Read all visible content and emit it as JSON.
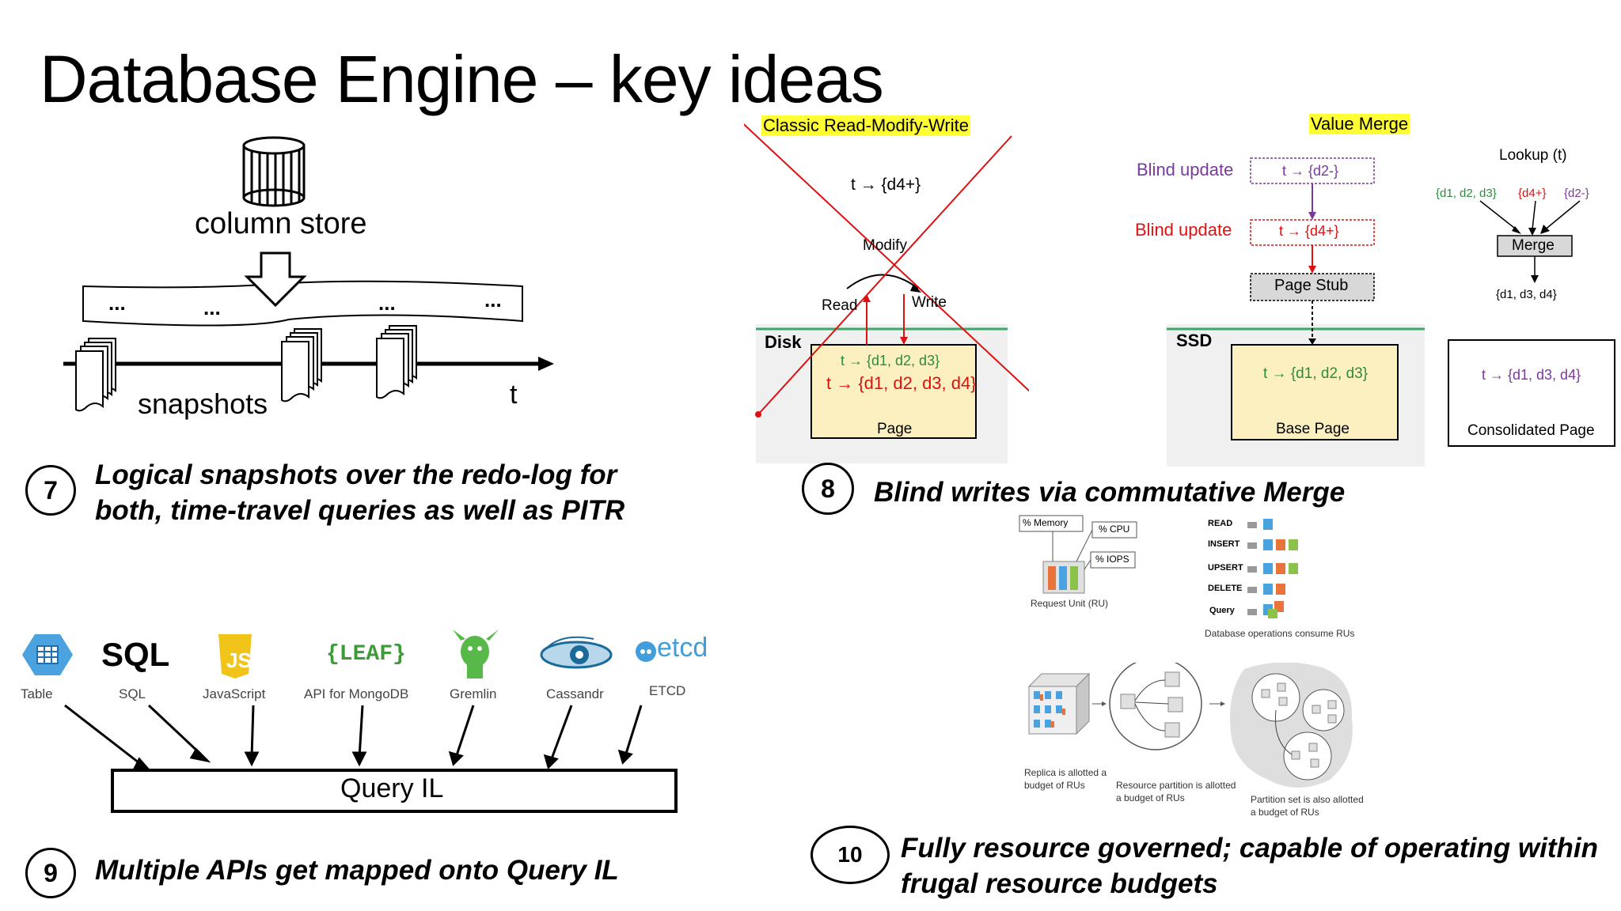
{
  "slide": {
    "title": "Database Engine – key ideas"
  },
  "idea7": {
    "number": "7",
    "caption_line1": "Logical snapshots over the redo-log for",
    "caption_line2": "both, time-travel queries as well as PITR",
    "column_store_label": "column store",
    "snapshots_label": "snapshots",
    "axis_label": "t",
    "ellipsis": "..."
  },
  "idea8": {
    "number": "8",
    "caption": "Blind writes via commutative Merge",
    "classic": {
      "title": "Classic Read-Modify-Write",
      "top_formula": "t → {d4+}",
      "modify_label": "Modify",
      "read_label": "Read",
      "write_label": "Write",
      "disk_label": "Disk",
      "old_value": "t → {d1, d2, d3}",
      "new_value": "t → {d1, d2, d3, d4}",
      "page_label": "Page"
    },
    "value_merge": {
      "title": "Value Merge",
      "blind_update_1": "Blind update",
      "blind_update_1_formula": "t → {d2-}",
      "blind_update_2": "Blind update",
      "blind_update_2_formula": "t → {d4+}",
      "page_stub": "Page Stub",
      "ssd_label": "SSD",
      "base_value": "t → {d1, d2, d3}",
      "base_page": "Base Page"
    },
    "lookup": {
      "title": "Lookup (t)",
      "input_1": "{d1, d2, d3}",
      "input_2": "{d4+}",
      "input_3": "{d2-}",
      "merge_label": "Merge",
      "output": "{d1, d3, d4}",
      "consolidated_value": "t → {d1, d3, d4}",
      "consolidated_label": "Consolidated Page"
    }
  },
  "idea9": {
    "number": "9",
    "caption": "Multiple APIs get mapped onto Query IL",
    "query_il_label": "Query IL",
    "apis": [
      {
        "logo": "SQL",
        "label": "SQL"
      },
      {
        "logo": "JS",
        "label": "JavaScript"
      },
      {
        "logo": "{LEAF}",
        "label": "API for MongoDB"
      },
      {
        "logo": "",
        "label": "Gremlin"
      },
      {
        "logo": "",
        "label": "Cassandr"
      },
      {
        "logo": "etcd",
        "label": "ETCD"
      }
    ],
    "table_label": "Table"
  },
  "idea10": {
    "number": "10",
    "caption_line1": "Fully resource governed; capable of operating within",
    "caption_line2": "frugal resource budgets",
    "ru": {
      "memory": "% Memory",
      "cpu": "% CPU",
      "iops": "% IOPS",
      "request_unit": "Request Unit (RU)",
      "ops": [
        "READ",
        "INSERT",
        "UPSERT",
        "DELETE",
        "Query"
      ],
      "ops_caption": "Database operations consume RUs"
    },
    "partition": {
      "replica_line1": "Replica is allotted a",
      "replica_line2": "budget of RUs",
      "resource_line1": "Resource partition is allotted",
      "resource_line2": "a budget of RUs",
      "set_line1": "Partition set is also allotted",
      "set_line2": "a budget of RUs"
    }
  },
  "colors": {
    "highlight": "#ffff33",
    "red": "#dd1111",
    "green": "#2e8b3e",
    "purple": "#7a3a9a",
    "page_fill": "#fdf0c0",
    "panel_bg": "#f0f0f0",
    "disk_line": "#3aa86a",
    "cosmos_blue": "#4aa3df"
  }
}
